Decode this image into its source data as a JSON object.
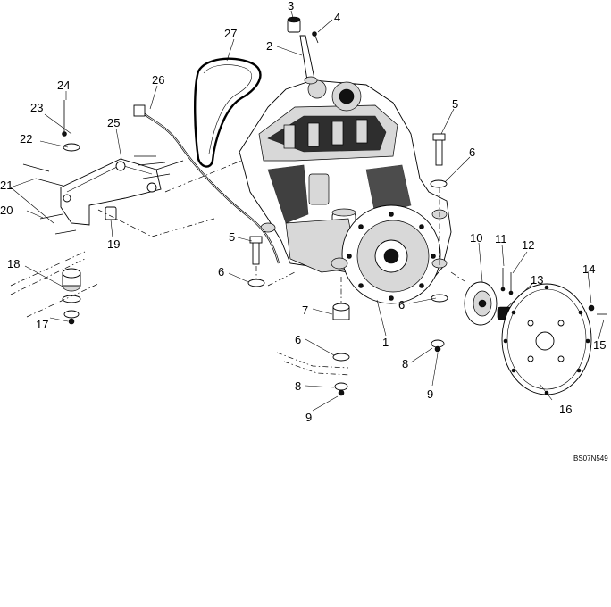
{
  "drawing_code": "BS07N549",
  "callouts": [
    {
      "id": "c3",
      "label": "3"
    },
    {
      "id": "c4",
      "label": "4"
    },
    {
      "id": "c2",
      "label": "2"
    },
    {
      "id": "c27",
      "label": "27"
    },
    {
      "id": "c24",
      "label": "24"
    },
    {
      "id": "c26",
      "label": "26"
    },
    {
      "id": "c23",
      "label": "23"
    },
    {
      "id": "c25",
      "label": "25"
    },
    {
      "id": "c22",
      "label": "22"
    },
    {
      "id": "c5a",
      "label": "5"
    },
    {
      "id": "c6a",
      "label": "6"
    },
    {
      "id": "c21",
      "label": "21"
    },
    {
      "id": "c20",
      "label": "20"
    },
    {
      "id": "c19",
      "label": "19"
    },
    {
      "id": "c5b",
      "label": "5"
    },
    {
      "id": "c10",
      "label": "10"
    },
    {
      "id": "c11",
      "label": "11"
    },
    {
      "id": "c12",
      "label": "12"
    },
    {
      "id": "c18",
      "label": "18"
    },
    {
      "id": "c6b",
      "label": "6"
    },
    {
      "id": "c14",
      "label": "14"
    },
    {
      "id": "c13",
      "label": "13"
    },
    {
      "id": "c6c",
      "label": "6"
    },
    {
      "id": "c7",
      "label": "7"
    },
    {
      "id": "c15",
      "label": "15"
    },
    {
      "id": "c1",
      "label": "1"
    },
    {
      "id": "c17",
      "label": "17"
    },
    {
      "id": "c6d",
      "label": "6"
    },
    {
      "id": "c8a",
      "label": "8"
    },
    {
      "id": "c9a",
      "label": "9"
    },
    {
      "id": "c8b",
      "label": "8"
    },
    {
      "id": "c16",
      "label": "16"
    },
    {
      "id": "c9b",
      "label": "9"
    }
  ]
}
